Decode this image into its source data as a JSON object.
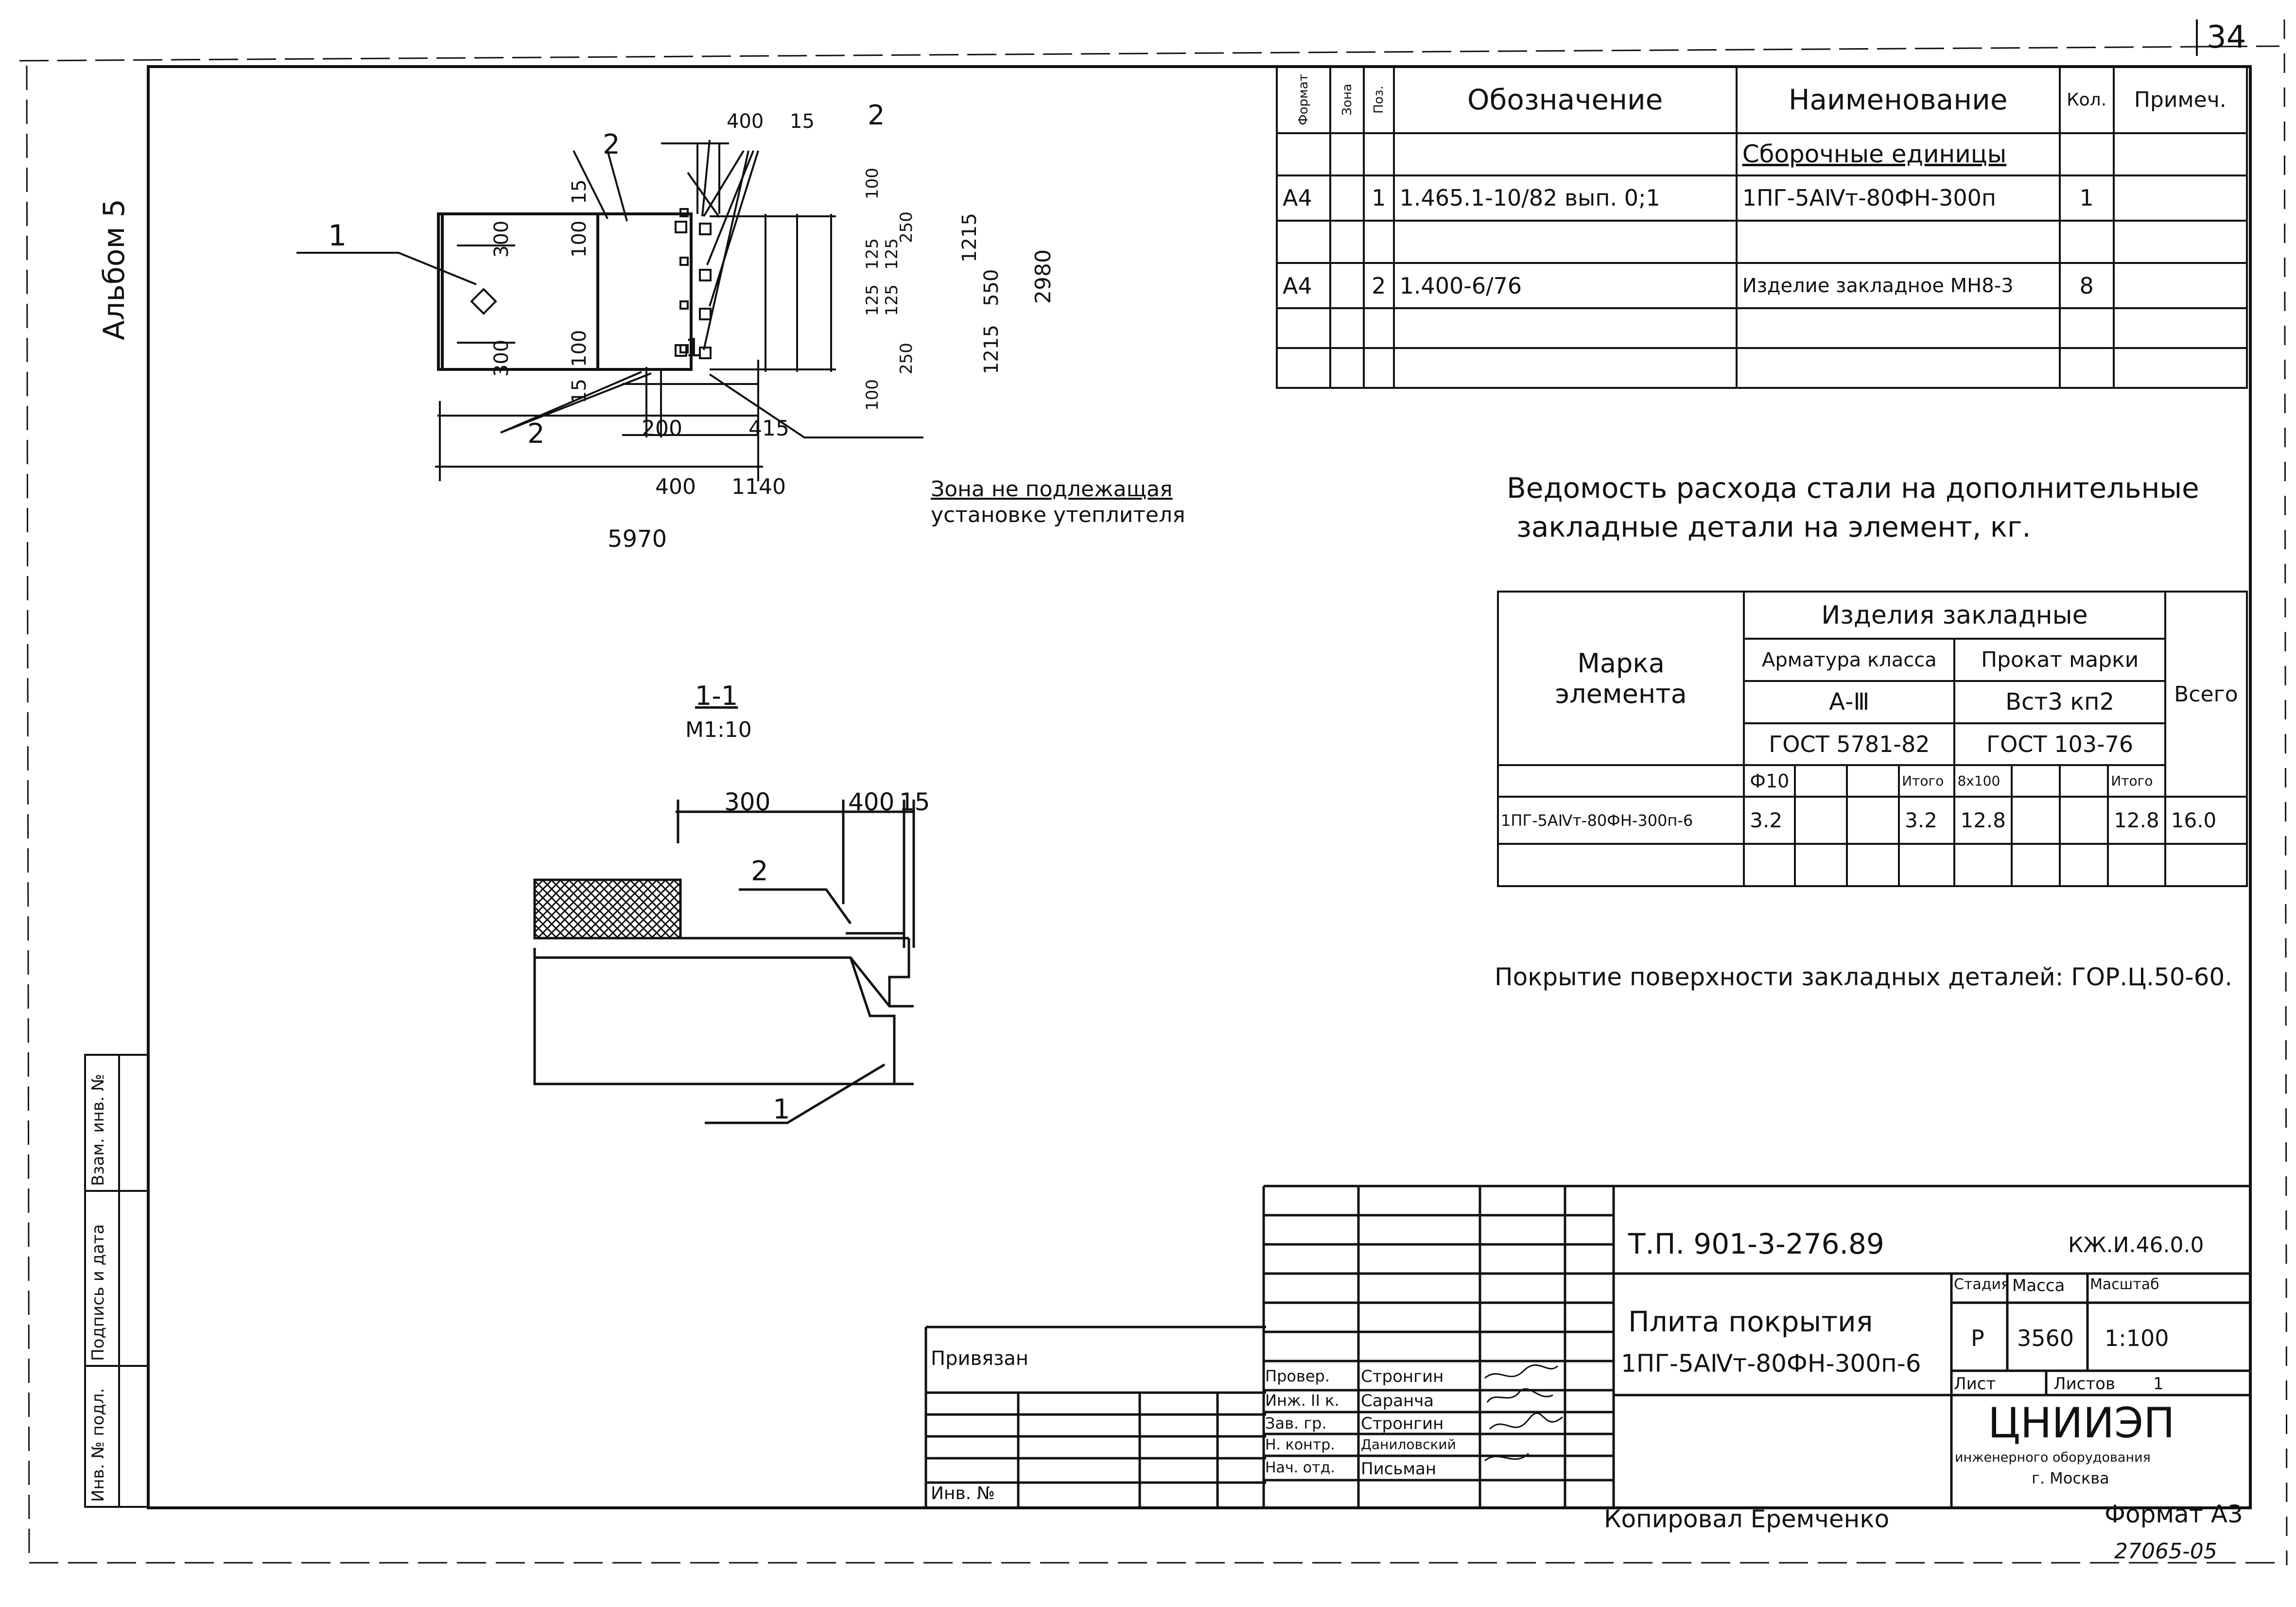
{
  "sheet": {
    "sheet_number": "34",
    "album": "Альбом 5",
    "copied_by": "Копировал Еремченко",
    "format": "Формат А3",
    "inventory_code": "27065-05",
    "side_stamp": [
      "Инв. № подл.",
      "Подпись и дата",
      "Взам. инв. №"
    ]
  },
  "plan_drawing": {
    "labels": {
      "pos1": "1",
      "pos2a": "2",
      "pos2b": "2",
      "pos2c": "2",
      "section_mark": "1",
      "d400_top": "400",
      "d15_top": "15",
      "d15_left": "15",
      "d300_top": "300",
      "d100_top": "100",
      "d300_bot": "300",
      "d100_bot": "100",
      "d15_bot": "15",
      "d200": "200",
      "d415": "415",
      "d400_bot": "400",
      "d1140": "1140",
      "d5970": "5970",
      "d100_r1": "100",
      "d250_r1": "250",
      "d125_r1": "125",
      "d125_r2": "125",
      "d125_r3": "125",
      "d125_r4": "125",
      "d250_r2": "250",
      "d100_r2": "100",
      "d1215_a": "1215",
      "d550": "550",
      "d1215_b": "1215",
      "d2980": "2980"
    },
    "zone_note": [
      "Зона не подлежащая",
      "установке утеплителя"
    ]
  },
  "section_drawing": {
    "title": "1-1",
    "scale": "М1:10",
    "labels": {
      "d300": "300",
      "d400": "400",
      "d15": "15",
      "pos2": "2",
      "pos1": "1"
    }
  },
  "spec_table": {
    "headers": [
      "Формат",
      "Зона",
      "Поз.",
      "Обозначение",
      "Наименование",
      "Кол.",
      "Примеч."
    ],
    "section_title": "Сборочные единицы",
    "rows": [
      {
        "format": "А4",
        "pos": "1",
        "designation": "1.465.1-10/82 вып. 0;1",
        "name": "1ПГ-5АⅣт-80ФН-300п",
        "qty": "1"
      },
      {
        "format": "А4",
        "pos": "2",
        "designation": "1.400-6/76",
        "name": "Изделие закладное МН8-3",
        "qty": "8"
      }
    ]
  },
  "steel_statement": {
    "title": [
      "Ведомость расхода стали на дополнительные",
      "закладные детали на элемент, кг."
    ],
    "h_mark": [
      "Марка",
      "элемента"
    ],
    "h_items": "Изделия закладные",
    "h_rebar": "Арматура класса",
    "h_rebar_class": "А-Ⅲ",
    "h_rebar_gost": "ГОСТ 5781-82",
    "h_rolled": "Прокат марки",
    "h_rolled_grade": "Вст3 кп2",
    "h_rolled_gost": "ГОСТ 103-76",
    "h_total": "Всего",
    "h_d10": "Ф10",
    "h_itogo1": "Итого",
    "h_8x100": "8х100",
    "h_itogo2": "Итого",
    "row": {
      "mark": "1ПГ-5АⅣт-80ФН-300п-6",
      "d10": "3.2",
      "sub1": "3.2",
      "s8x100": "12.8",
      "sub2": "12.8",
      "total": "16.0"
    }
  },
  "coating_note": "Покрытие поверхности закладных деталей: ГОР.Ц.50-60.",
  "title_block": {
    "project": "Т.П. 901-3-276.89",
    "doc_code": "КЖ.И.46.0.0",
    "name_1": "Плита покрытия",
    "name_2": "1ПГ-5АⅣт-80ФН-300п-6",
    "stage_h": "Стадия",
    "mass_h": "Масса",
    "scale_h": "Масштаб",
    "stage": "Р",
    "mass": "3560",
    "scale": "1:100",
    "sheet_h": "Лист",
    "sheets_h": "Листов",
    "sheets": "1",
    "org_1": "ЦНИИЭП",
    "org_2": "инженерного оборудования",
    "org_3": "г. Москва",
    "bound": "Привязан",
    "inv": "Инв. №",
    "people": [
      {
        "role": "Провер.",
        "name": "Стронгин"
      },
      {
        "role": "Инж. II к.",
        "name": "Саранча"
      },
      {
        "role": "Зав. гр.",
        "name": "Стронгин"
      },
      {
        "role": "Н. контр.",
        "name": "Даниловский"
      },
      {
        "role": "Нач. отд.",
        "name": "Письман"
      }
    ]
  }
}
